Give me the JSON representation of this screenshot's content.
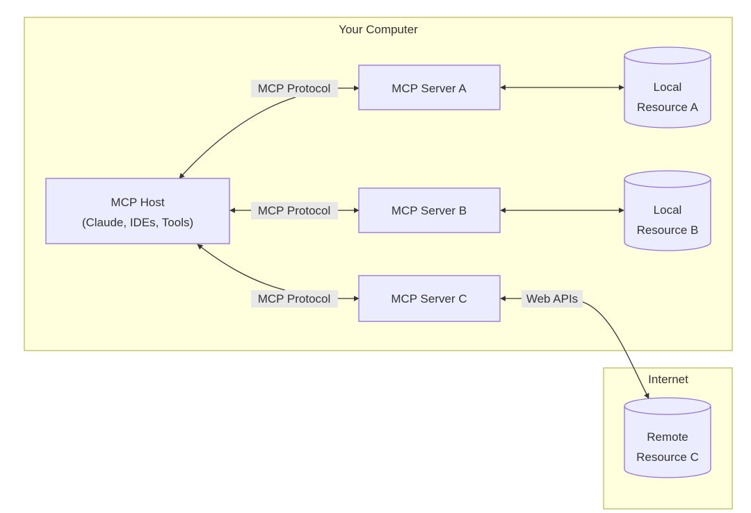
{
  "clusters": {
    "computer": {
      "label": "Your Computer"
    },
    "internet": {
      "label": "Internet"
    }
  },
  "nodes": {
    "host": {
      "line1": "MCP Host",
      "line2": "(Claude, IDEs, Tools)"
    },
    "server_a": {
      "label": "MCP Server A"
    },
    "server_b": {
      "label": "MCP Server B"
    },
    "server_c": {
      "label": "MCP Server C"
    },
    "resource_a": {
      "line1": "Local",
      "line2": "Resource A"
    },
    "resource_b": {
      "line1": "Local",
      "line2": "Resource B"
    },
    "resource_c": {
      "line1": "Remote",
      "line2": "Resource C"
    }
  },
  "edges": {
    "host_server_a": {
      "label": "MCP Protocol"
    },
    "host_server_b": {
      "label": "MCP Protocol"
    },
    "host_server_c": {
      "label": "MCP Protocol"
    },
    "server_c_remote": {
      "label": "Web APIs"
    }
  },
  "colors": {
    "cluster_fill": "#ffffde",
    "cluster_stroke": "#aaaa33",
    "node_fill": "#ececff",
    "node_stroke": "#9370db",
    "edge_label_bg": "#e8e8e8"
  }
}
